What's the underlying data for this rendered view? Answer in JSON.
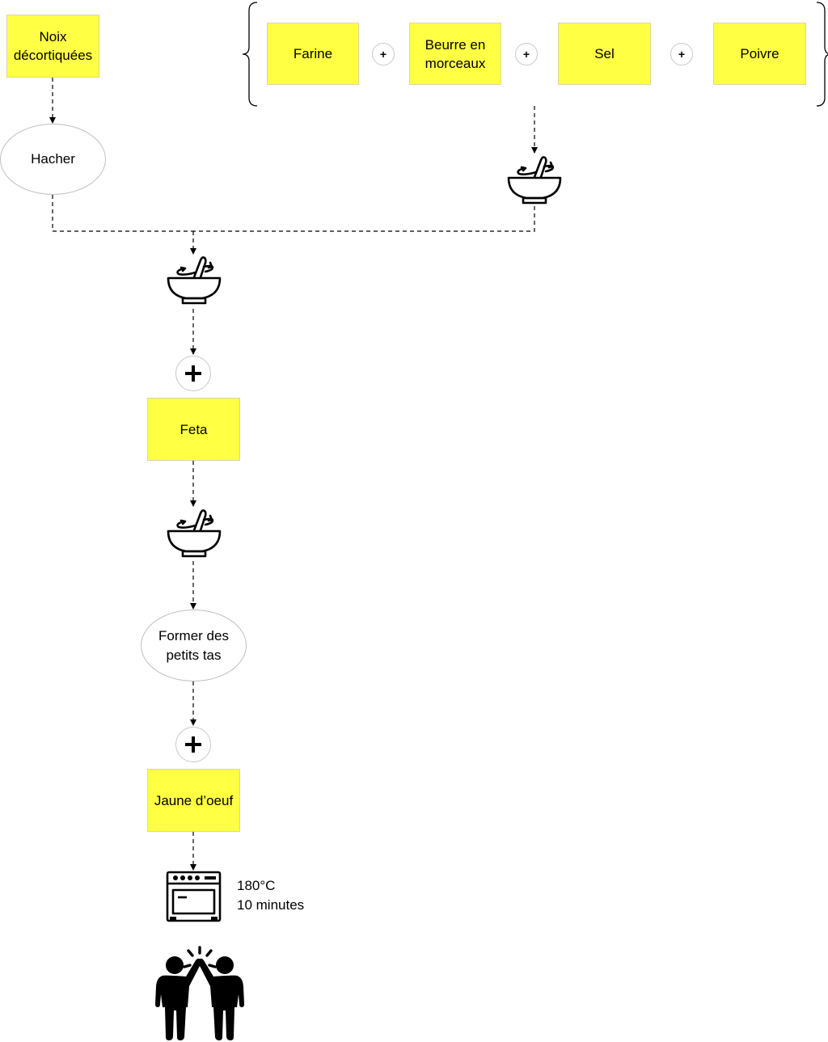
{
  "ingredients": {
    "noix": "Noix\ndécortiquées",
    "farine": "Farine",
    "beurre": "Beurre en\nmorceaux",
    "sel": "Sel",
    "poivre": "Poivre",
    "feta": "Feta",
    "jaune": "Jaune d’oeuf"
  },
  "steps": {
    "hacher": "Hacher",
    "former": "Former des\npetits tas"
  },
  "operators": {
    "plus": "+"
  },
  "oven": {
    "temperature": "180°C",
    "duration": "10 minutes"
  },
  "icons": {
    "bowl": "mixing-bowl-icon",
    "oven": "oven-icon",
    "celebrate": "high-five-icon"
  },
  "colors": {
    "note": "#ffff44",
    "lines": "#000000"
  }
}
